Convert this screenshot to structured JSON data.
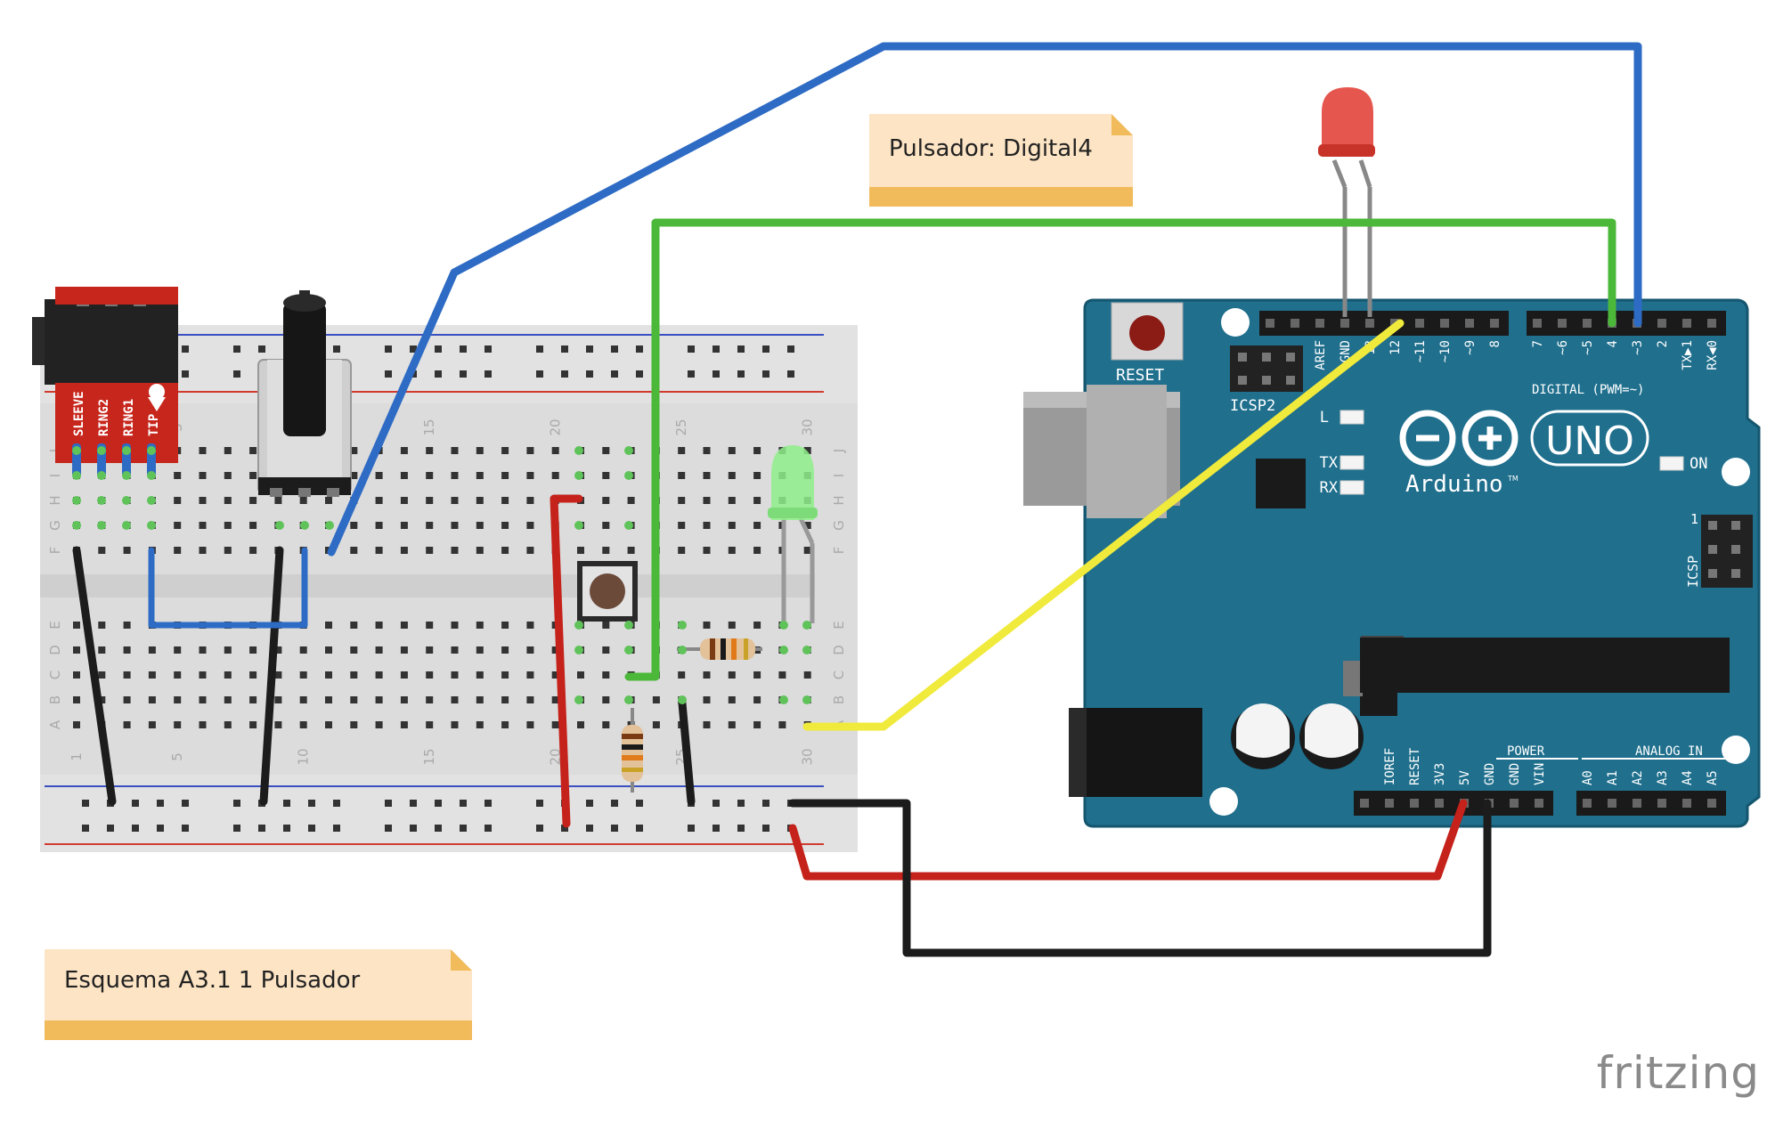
{
  "notes": {
    "pulsador": "Pulsador: Digital4",
    "esquema": "Esquema A3.1 1 Pulsador"
  },
  "logo": "fritzing",
  "jack": {
    "labels": [
      "SLEEVE",
      "RING2",
      "RING1",
      "TIP"
    ]
  },
  "breadboard": {
    "col_numbers": [
      "1",
      "5",
      "10",
      "15",
      "20",
      "25",
      "30"
    ],
    "rows_top": [
      "J",
      "I",
      "H",
      "G",
      "F"
    ],
    "rows_bottom": [
      "E",
      "D",
      "C",
      "B",
      "A"
    ]
  },
  "arduino": {
    "reset_label": "RESET",
    "icsp2_label": "ICSP2",
    "icsp_label": "ICSP",
    "icsp_pin1": "1",
    "digital_label": "DIGITAL (PWM=~)",
    "power_label": "POWER",
    "analog_label": "ANALOG IN",
    "led_l": "L",
    "led_tx": "TX",
    "led_rx": "RX",
    "led_on": "ON",
    "brand": "Arduino",
    "tm": "TM",
    "model": "UNO",
    "digital_pins_left": [
      "AREF",
      "GND",
      "13",
      "12",
      "~11",
      "~10",
      "~9",
      "8"
    ],
    "digital_pins_right": [
      "7",
      "~6",
      "~5",
      "4",
      "~3",
      "2",
      "TX▶1",
      "RX◀0"
    ],
    "power_pins": [
      "IOREF",
      "RESET",
      "3V3",
      "5V",
      "GND",
      "GND",
      "VIN"
    ],
    "analog_pins": [
      "A0",
      "A1",
      "A2",
      "A3",
      "A4",
      "A5"
    ]
  },
  "colors": {
    "wire_blue": "#2e6bc4",
    "wire_green": "#4cb83a",
    "wire_yellow": "#f0ea3c",
    "wire_red": "#c4221a",
    "wire_black": "#1c1c1c",
    "board_teal": "#1f6f8d",
    "breadboard": "#dcdcdc",
    "note_bg": "#fde4c4",
    "note_bar": "#f1bb5c"
  }
}
